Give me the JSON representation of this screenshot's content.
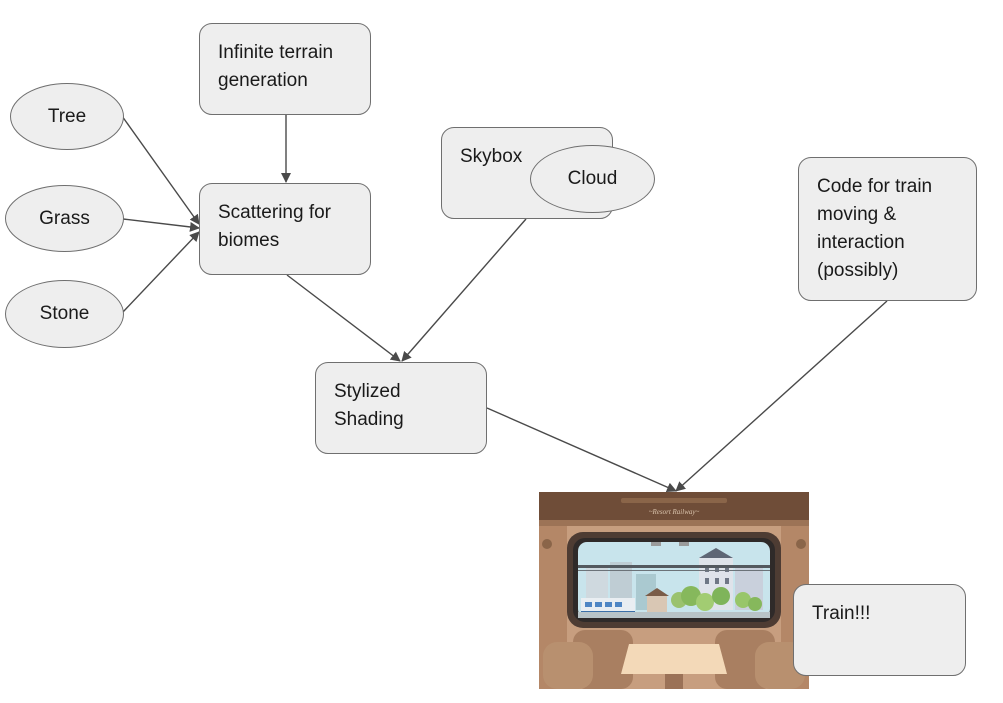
{
  "nodes": {
    "infinite_terrain": "Infinite terrain generation",
    "tree": "Tree",
    "grass": "Grass",
    "stone": "Stone",
    "scattering": "Scattering for biomes",
    "skybox": "Skybox",
    "cloud": "Cloud",
    "code_train": "Code for train moving & interaction (possibly)",
    "stylized_shading": "Stylized Shading",
    "train": "Train!!!"
  },
  "illustration": {
    "sign_text": "~Resort Railway~"
  },
  "edges": [
    {
      "from": "tree",
      "to": "scattering"
    },
    {
      "from": "grass",
      "to": "scattering"
    },
    {
      "from": "stone",
      "to": "scattering"
    },
    {
      "from": "infinite_terrain",
      "to": "scattering"
    },
    {
      "from": "scattering",
      "to": "stylized_shading"
    },
    {
      "from": "skybox",
      "to": "stylized_shading"
    },
    {
      "from": "stylized_shading",
      "to": "train"
    },
    {
      "from": "code_train",
      "to": "train"
    }
  ],
  "colors": {
    "node_fill": "#eeeeee",
    "node_stroke": "#6f6f6f",
    "arrow": "#4a4a4a"
  }
}
